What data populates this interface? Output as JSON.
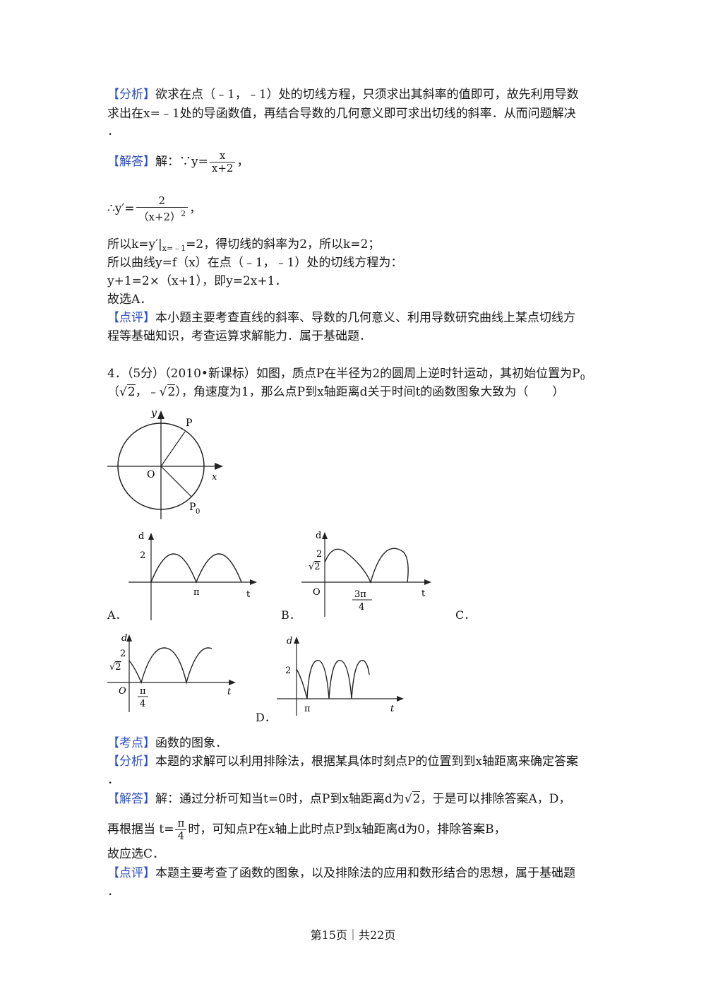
{
  "q3": {
    "analysis_tag": "【分析】",
    "analysis_l1": "欲求在点（﹣1，﹣1）处的切线方程，只须求出其斜率的值即可，故先利用导数",
    "analysis_l2": "求出在x=﹣1处的导函数值，再结合导数的几何意义即可求出切线的斜率．从而问题解决",
    "analysis_l3": "．",
    "answer_tag": "【解答】",
    "answer_pre": "解：∵y=",
    "answer_num": "x",
    "answer_den": "x+2",
    "answer_post": "，",
    "deriv_pre": "∴y′=",
    "deriv_num": "2",
    "deriv_den": "（x+2）",
    "deriv_exp": "2",
    "deriv_post": "，",
    "k_line_a": "所以k=y′|",
    "k_line_sub": "x=﹣1",
    "k_line_b": "=2，得切线的斜率为2，所以k=2；",
    "curve_line": "所以曲线y=f（x）在点（﹣1，﹣1）处的切线方程为：",
    "eq_line": "y+1=2×（x+1），即y=2x+1．",
    "choose_line": "故选A．",
    "comment_tag": "【点评】",
    "comment_l1": "本小题主要考查直线的斜率、导数的几何意义、利用导数研究曲线上某点切线方",
    "comment_l2": "程等基础知识，考查运算求解能力．属于基础题．"
  },
  "q4": {
    "stem_l1": "4．（5分）（2010•新课标）如图，质点P在半径为2的圆周上逆时针运动，其初始位置为P",
    "stem_l1_sub": "0",
    "stem_l2_a": "（",
    "stem_l2_r1": "2",
    "stem_l2_b": "，﹣",
    "stem_l2_r2": "2",
    "stem_l2_c": "），角速度为1，那么点P到x轴距离d关于时间t的函数图象大致为（　　）",
    "circle": {
      "y": "y",
      "p": "P",
      "o": "O",
      "x": "x",
      "p0": "P",
      "p0_sub": "0"
    },
    "graphA": {
      "d": "d",
      "two": "2",
      "pi": "π",
      "t": "t",
      "label": "A．"
    },
    "graphB": {
      "d": "d",
      "two": "2",
      "root_val": "2",
      "o": "O",
      "num": "3π",
      "den": "4",
      "t": "t",
      "label": "B．"
    },
    "graphC": {
      "d": "d",
      "two": "2",
      "root_val": "2",
      "o": "O",
      "num": "π",
      "den": "4",
      "t": "t",
      "label": "C．"
    },
    "graphD": {
      "d": "d",
      "two": "2",
      "pi": "π",
      "t": "t",
      "label": "D．"
    },
    "kaodian_tag": "【考点】",
    "kaodian": "函数的图象．",
    "analysis_tag": "【分析】",
    "analysis_l1": "本题的求解可以利用排除法，根据某具体时刻点P的位置到到x轴距离来确定答案",
    "analysis_l2": "．",
    "answer_tag": "【解答】",
    "answer_l1_a": "解：通过分析可知当t=0时，点P到x轴距离d为",
    "answer_l1_root": "2",
    "answer_l1_b": "，于是可以排除答案A，D，",
    "answer_l2_a": "再根据当 t=",
    "answer_l2_num": "π",
    "answer_l2_den": "4",
    "answer_l2_b": "时，可知点P在x轴上此时点P到x轴距离d为0，排除答案B，",
    "choose_line": "故应选C．",
    "comment_tag": "【点评】",
    "comment_l1": "本题主要考查了函数的图象，以及排除法的应用和数形结合的思想，属于基础题",
    "comment_l2": "．"
  },
  "footer": {
    "page": "第15页｜共22页"
  }
}
